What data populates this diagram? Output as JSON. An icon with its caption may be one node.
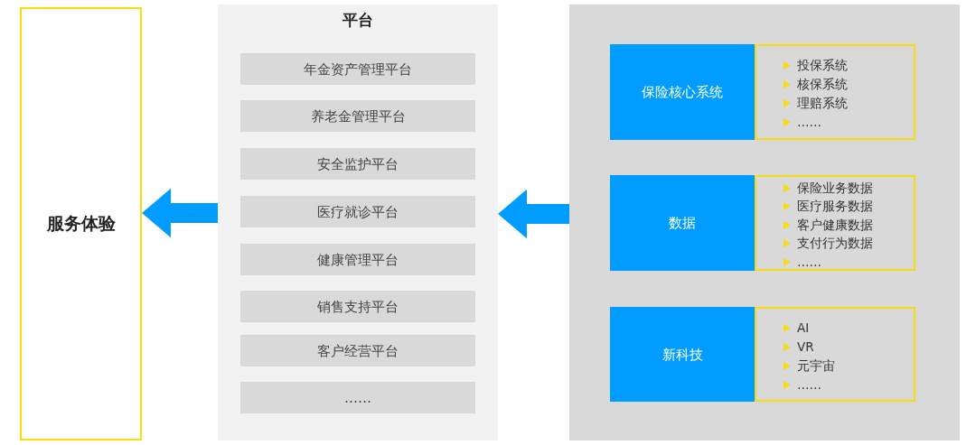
{
  "diagram": {
    "nodes": [
      {
        "text": [
          "服务体验"
        ]
      },
      {
        "text": [
          "平台"
        ]
      },
      {
        "text": [
          "年金资产管理平台"
        ],
        "in": 1
      },
      {
        "text": [
          "养老金管理平台"
        ],
        "in": 1
      },
      {
        "text": [
          "安全监护平台"
        ],
        "in": 1
      },
      {
        "text": [
          "医疗就诊平台"
        ],
        "in": 1
      },
      {
        "text": [
          "健康管理平台"
        ],
        "in": 1
      },
      {
        "text": [
          "销售支持平台"
        ],
        "in": 1
      },
      {
        "text": [
          "客户经营平台"
        ],
        "in": 1
      },
      {
        "text": [
          "……"
        ],
        "in": 1
      },
      {
        "text": [],
        "shape": "box"
      },
      {
        "text": [
          "保险核心系统"
        ],
        "in": 10
      },
      {
        "text": [
          "投保系统",
          "核保系统",
          "理赔系统",
          "……"
        ],
        "in": 10
      },
      {
        "text": [
          "数据"
        ],
        "in": 10
      },
      {
        "text": [
          "保险业务数据",
          "医疗服务数据",
          "客户健康数据",
          "支付行为数据",
          "……"
        ],
        "in": 10
      },
      {
        "text": [
          "新科技"
        ],
        "in": 10
      },
      {
        "text": [
          "AI",
          "VR",
          "元宇宙",
          "……"
        ],
        "in": 10
      }
    ],
    "edges": [
      {
        "from": 10,
        "to": 1,
        "arrow": "to",
        "style": "thick"
      },
      {
        "from": 1,
        "to": 0,
        "arrow": "to",
        "style": "thick"
      }
    ]
  }
}
